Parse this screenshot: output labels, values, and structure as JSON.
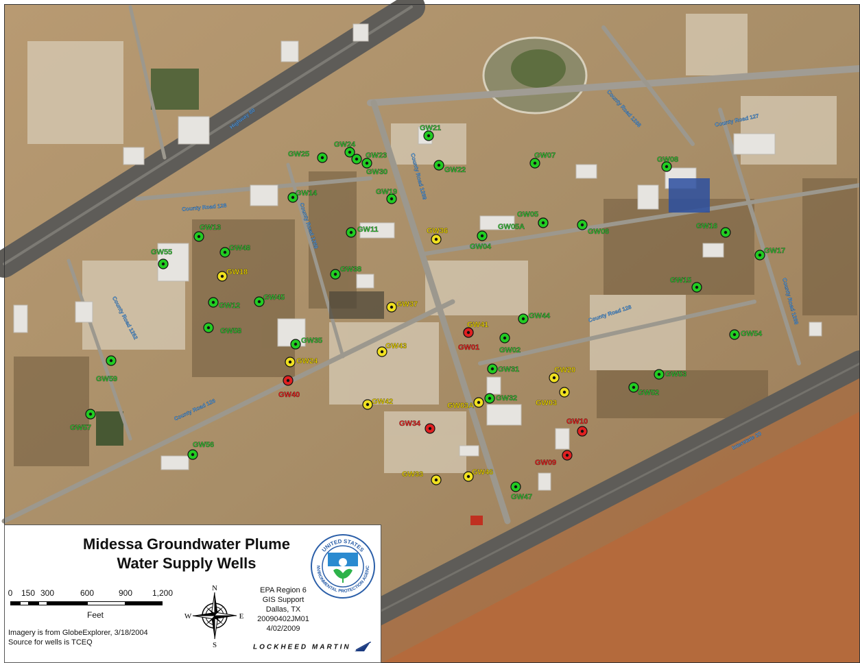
{
  "map": {
    "title_line1": "Midessa Groundwater Plume",
    "title_line2": "Water Supply Wells",
    "roads": [
      {
        "label": "Highway 80"
      },
      {
        "label": "County Road 127"
      },
      {
        "label": "County Road 128"
      },
      {
        "label": "County Road 1268"
      },
      {
        "label": "County Road 1269"
      },
      {
        "label": "County Road 126"
      },
      {
        "label": "County Road 1262"
      },
      {
        "label": "Interstate 20"
      }
    ],
    "wells": [
      {
        "id": "GW21",
        "status": "green"
      },
      {
        "id": "GW25",
        "status": "green"
      },
      {
        "id": "GW24",
        "status": "green"
      },
      {
        "id": "GW23",
        "status": "green"
      },
      {
        "id": "GW30",
        "status": "green"
      },
      {
        "id": "GW22",
        "status": "green"
      },
      {
        "id": "GW07",
        "status": "green"
      },
      {
        "id": "GW08",
        "status": "green"
      },
      {
        "id": "GW14",
        "status": "green"
      },
      {
        "id": "GW19",
        "status": "green"
      },
      {
        "id": "GW05",
        "status": "green"
      },
      {
        "id": "GW05A",
        "status": "green"
      },
      {
        "id": "GW06",
        "status": "green"
      },
      {
        "id": "GW13",
        "status": "green"
      },
      {
        "id": "GW11",
        "status": "green"
      },
      {
        "id": "GW04",
        "status": "green"
      },
      {
        "id": "GW16",
        "status": "green"
      },
      {
        "id": "GW55",
        "status": "green"
      },
      {
        "id": "GW48",
        "status": "green"
      },
      {
        "id": "GW17",
        "status": "green"
      },
      {
        "id": "GW38",
        "status": "green"
      },
      {
        "id": "GW15",
        "status": "green"
      },
      {
        "id": "GW12",
        "status": "green"
      },
      {
        "id": "GW45",
        "status": "green"
      },
      {
        "id": "GW44",
        "status": "green"
      },
      {
        "id": "GW58",
        "status": "green"
      },
      {
        "id": "GW02",
        "status": "green"
      },
      {
        "id": "GW54",
        "status": "green"
      },
      {
        "id": "GW35",
        "status": "green"
      },
      {
        "id": "GW59",
        "status": "green"
      },
      {
        "id": "GW31",
        "status": "green"
      },
      {
        "id": "GW53",
        "status": "green"
      },
      {
        "id": "GW52",
        "status": "green"
      },
      {
        "id": "GW32",
        "status": "green"
      },
      {
        "id": "GW57",
        "status": "green"
      },
      {
        "id": "GW56",
        "status": "green"
      },
      {
        "id": "GW47",
        "status": "green"
      },
      {
        "id": "GW36",
        "status": "yellow"
      },
      {
        "id": "GW18",
        "status": "yellow"
      },
      {
        "id": "GW37",
        "status": "yellow"
      },
      {
        "id": "GW41",
        "status": "yellow"
      },
      {
        "id": "GW43",
        "status": "yellow"
      },
      {
        "id": "GW24",
        "status": "yellow"
      },
      {
        "id": "GW20",
        "status": "yellow"
      },
      {
        "id": "GW42",
        "status": "yellow"
      },
      {
        "id": "GW03A",
        "status": "yellow"
      },
      {
        "id": "GW03",
        "status": "yellow"
      },
      {
        "id": "GW33",
        "status": "yellow"
      },
      {
        "id": "GW46",
        "status": "yellow"
      },
      {
        "id": "GW01",
        "status": "red"
      },
      {
        "id": "GW40",
        "status": "red"
      },
      {
        "id": "GW34",
        "status": "red"
      },
      {
        "id": "GW10",
        "status": "red"
      },
      {
        "id": "GW09",
        "status": "red"
      }
    ]
  },
  "scale": {
    "labels": [
      "0",
      "150",
      "300",
      "600",
      "900",
      "1,200"
    ],
    "unit": "Feet"
  },
  "compass": {
    "n": "N",
    "s": "S",
    "e": "E",
    "w": "W"
  },
  "credits": {
    "imagery": "Imagery is from GlobeExplorer, 3/18/2004",
    "source": "Source for wells is TCEQ"
  },
  "epa": {
    "line1": "EPA Region 6",
    "line2": "GIS Support",
    "line3": "Dallas, TX",
    "line4": "20090402JM01",
    "line5": "4/02/2009"
  },
  "seal": {
    "text_top": "UNITED STATES",
    "text_bottom": "ENVIRONMENTAL PROTECTION AGENCY"
  },
  "lockheed": "LOCKHEED MARTIN",
  "colors": {
    "ground": "#a88a62",
    "desert": "#b46a3c",
    "road": "#8e8a80",
    "highway": "#5e5c58",
    "well_green": "#22cc22",
    "well_yellow": "#f0e020",
    "well_red": "#e02020",
    "label_green": "#3ad23a",
    "label_yellow": "#ffe600",
    "label_red": "#ff2020",
    "road_label": "#5aa6e6"
  }
}
